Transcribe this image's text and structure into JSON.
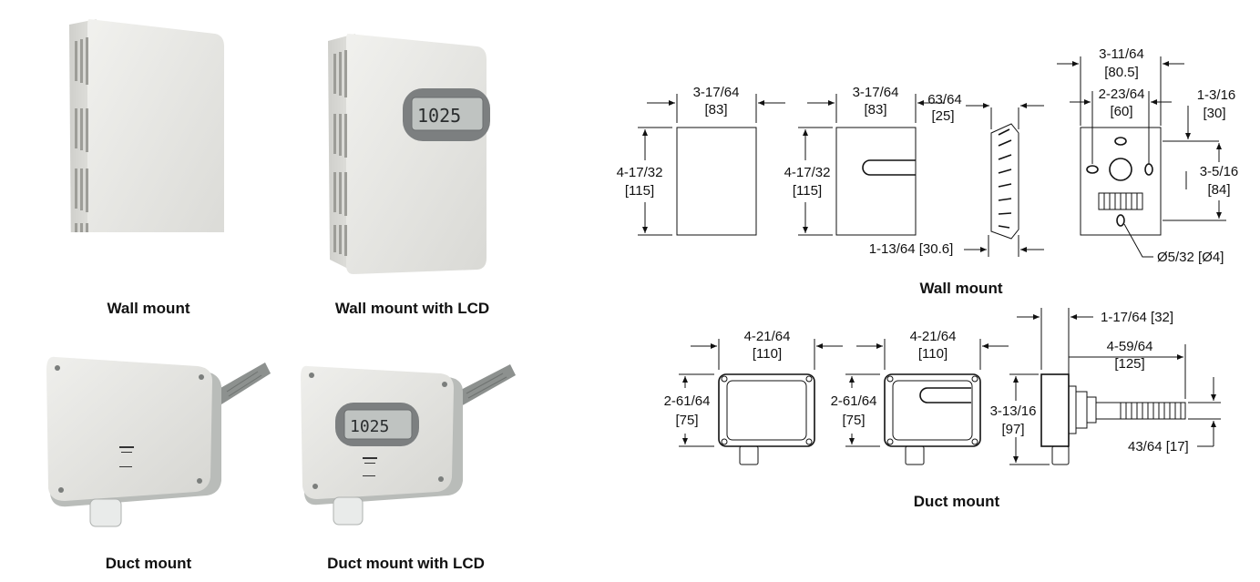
{
  "captions": {
    "wall_mount": "Wall mount",
    "wall_mount_lcd": "Wall mount with LCD",
    "duct_mount": "Duct mount",
    "duct_mount_lcd": "Duct mount with LCD"
  },
  "lcd_reading": "1025",
  "diagram_titles": {
    "wall": "Wall mount",
    "duct": "Duct mount"
  },
  "dimensions": {
    "wall_front_width": [
      "3-17/64",
      "[83]"
    ],
    "wall_front_height": [
      "4-17/32",
      "[115]"
    ],
    "wall_lcd_width": [
      "3-17/64",
      "[83]"
    ],
    "wall_lcd_height": [
      "4-17/32",
      "[115]"
    ],
    "wall_side_depth": [
      "63/64",
      "[25]"
    ],
    "wall_side_bottom": "1-13/64 [30.6]",
    "wall_back_outer": [
      "3-11/64",
      "[80.5]"
    ],
    "wall_back_inner": [
      "2-23/64",
      "[60]"
    ],
    "wall_back_top": [
      "1-3/16",
      "[30]"
    ],
    "wall_back_vertical": [
      "3-5/16",
      "[84]"
    ],
    "wall_back_hole": "Ø5/32 [Ø4]",
    "duct_front_width": [
      "4-21/64",
      "[110]"
    ],
    "duct_front_height": [
      "2-61/64",
      "[75]"
    ],
    "duct_lcd_width": [
      "4-21/64",
      "[110]"
    ],
    "duct_lcd_height": [
      "2-61/64",
      "[75]"
    ],
    "duct_side_offset": "1-17/64 [32]",
    "duct_probe_length": [
      "4-59/64",
      "[125]"
    ],
    "duct_side_height": [
      "3-13/16",
      "[97]"
    ],
    "duct_probe_dia": "43/64 [17]"
  }
}
